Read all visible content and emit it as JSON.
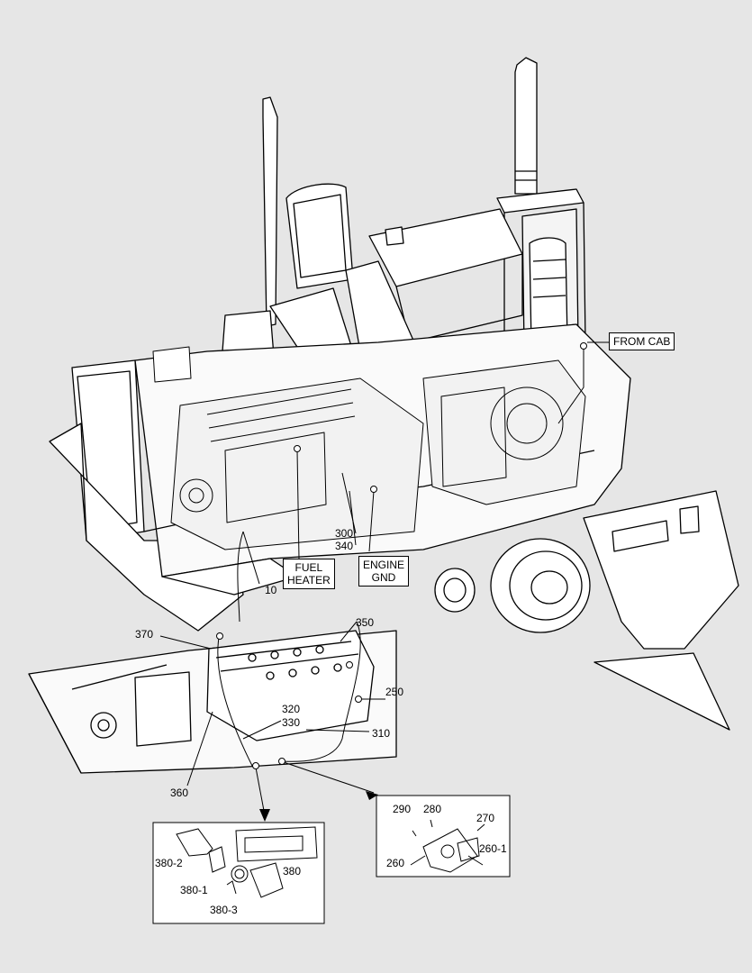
{
  "callouts": {
    "from_cab": "FROM CAB",
    "fuel_heater": [
      "FUEL",
      "HEATER"
    ],
    "engine_gnd": [
      "ENGINE",
      "GND"
    ]
  },
  "labels": {
    "n10": "10",
    "n300": "300",
    "n340": "340",
    "n370": "370",
    "n350": "350",
    "n250": "250",
    "n320": "320",
    "n330": "330",
    "n310": "310",
    "n360": "360",
    "n290": "290",
    "n280": "280",
    "n270": "270",
    "n260": "260",
    "n260_1": "260-1",
    "n380_2": "380-2",
    "n380": "380",
    "n380_1": "380-1",
    "n380_3": "380-3"
  }
}
